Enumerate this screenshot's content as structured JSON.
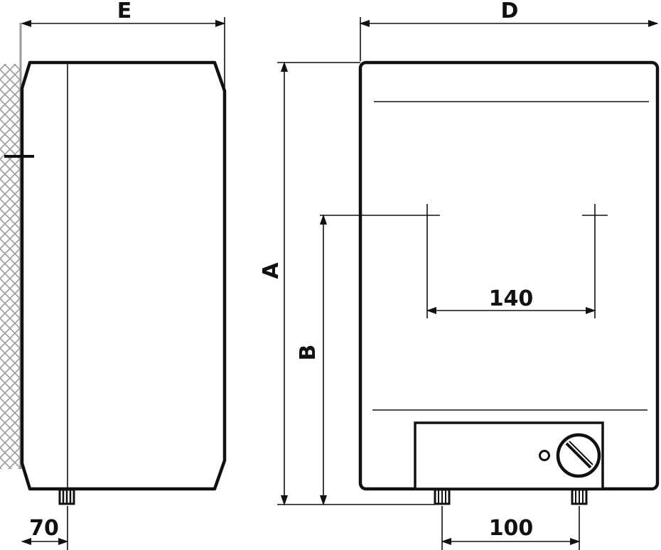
{
  "labels": {
    "E": "E",
    "D": "D",
    "A": "A",
    "B": "B",
    "dim_70": "70",
    "dim_100": "100",
    "dim_140": "140"
  },
  "colors": {
    "ink": "#111111",
    "wall_hatch": "#9a9a9a",
    "background": "#ffffff"
  }
}
